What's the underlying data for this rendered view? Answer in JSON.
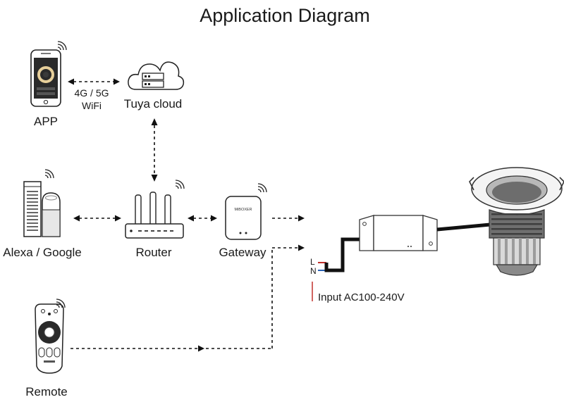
{
  "title": "Application Diagram",
  "nodes": {
    "app": "APP",
    "cloud": "Tuya cloud",
    "voice": "Alexa / Google",
    "router": "Router",
    "gateway": "Gateway",
    "remote": "Remote"
  },
  "link_label": {
    "line1": "4G / 5G",
    "line2": "WiFi"
  },
  "wiring": {
    "live": "L",
    "neutral": "N",
    "input": "Input AC100-240V"
  },
  "brand_mark": "MiBOXER",
  "colors": {
    "live_wire": "#c0302b",
    "neutral_wire": "#2a62b5",
    "input_line": "#c0302b"
  }
}
